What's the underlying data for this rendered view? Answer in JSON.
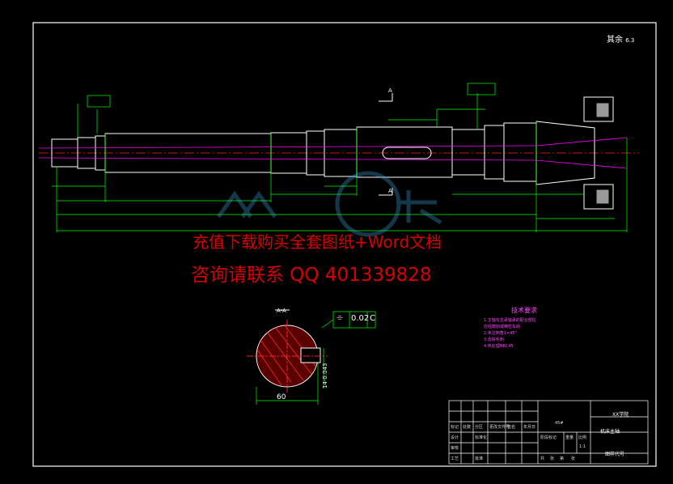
{
  "watermark": {
    "line1": "充值下载购买全套图纸+Word文档",
    "line2": "咨询请联系 QQ 401339828"
  },
  "drawing": {
    "roughness_note": "其余",
    "roughness_value": "6.3",
    "section_label": "A-A",
    "section_marker": "A",
    "flatness_tolerance": "0.02",
    "datum": "C",
    "section_dim_1": "60",
    "section_dim_2": "14-0.043"
  },
  "tech_requirements": {
    "title": "技术要求",
    "items": [
      "1.主轴与支承轴承的配合部位",
      "  应经磨削或精密车削",
      "2.未注倒角1×45°",
      "3.去除毛刺",
      "4.热处理HRC45"
    ]
  },
  "title_block": {
    "school": "XX学院",
    "part_name": "机床主轴",
    "material": "45#",
    "scale": "1:1",
    "drawing_code": "图样代号",
    "labels": [
      "标记",
      "处数",
      "分区",
      "更改文件号",
      "签名",
      "年月日",
      "设计",
      "标准化",
      "阶段标记",
      "重量",
      "比例",
      "审核",
      "工艺",
      "批准",
      "共",
      "张",
      "第",
      "张"
    ]
  },
  "colors": {
    "background": "#000000",
    "outline": "#ffffff",
    "dimension": "#00ff00",
    "centerline": "#ff2020",
    "hidden": "#ff00ff",
    "section_fill": "#ff3030",
    "watermark": "#d90000"
  }
}
